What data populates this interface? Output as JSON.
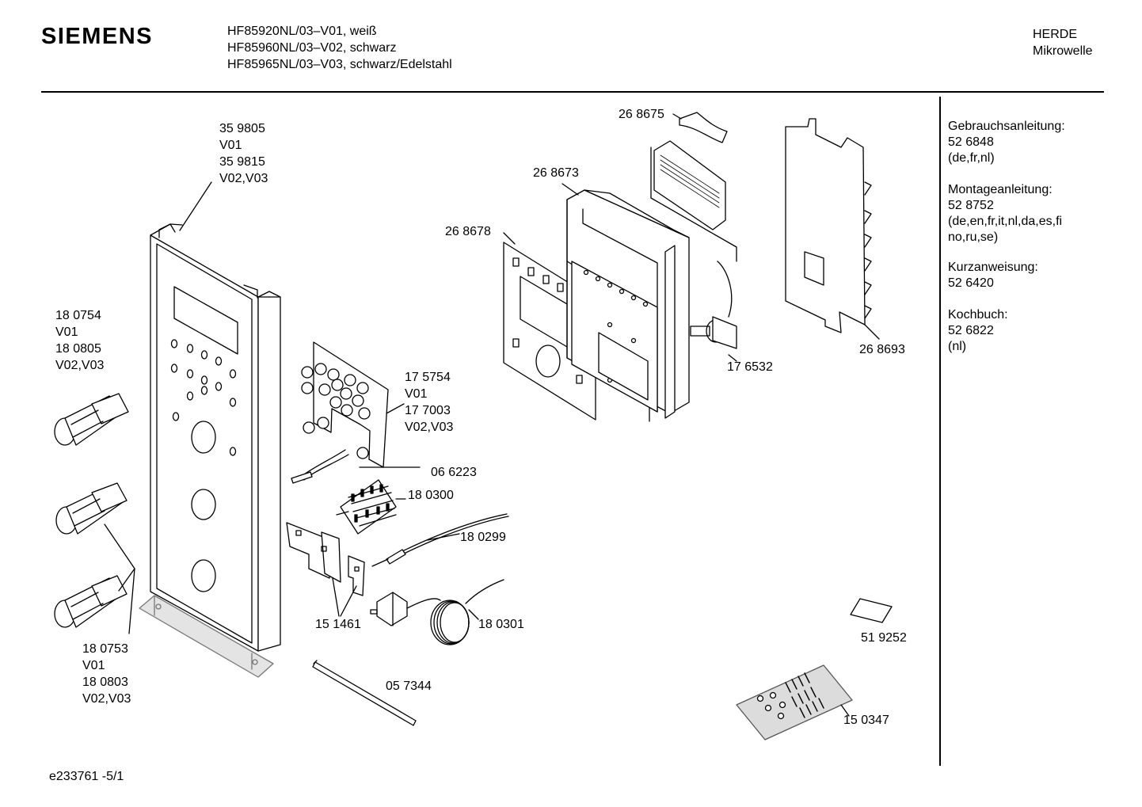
{
  "header": {
    "brand": "SIEMENS",
    "models": [
      "HF85920NL/03–V01, weiß",
      "HF85960NL/03–V02, schwarz",
      "HF85965NL/03–V03, schwarz/Edelstahl"
    ],
    "category": "HERDE",
    "product": "Mikrowelle"
  },
  "sidebar": [
    {
      "title": "Gebrauchsanleitung:",
      "number": "52 6848",
      "langs": [
        "(de,fr,nl)"
      ]
    },
    {
      "title": "Montageanleitung:",
      "number": "52 8752",
      "langs": [
        "(de,en,fr,it,nl,da,es,fi",
        "no,ru,se)"
      ]
    },
    {
      "title": "Kurzanweisung:",
      "number": "52 6420",
      "langs": []
    },
    {
      "title": "Kochbuch:",
      "number": "52 6822",
      "langs": [
        "(nl)"
      ]
    }
  ],
  "parts": {
    "p359805": [
      "35 9805",
      "V01",
      "35 9815",
      "V02,V03"
    ],
    "p180754": [
      "18 0754",
      "V01",
      "18 0805",
      "V02,V03"
    ],
    "p180753": [
      "18 0753",
      "V01",
      "18 0803",
      "V02,V03"
    ],
    "p175754": [
      "17 5754",
      "V01",
      "17 7003",
      "V02,V03"
    ],
    "p066223": "06 6223",
    "p180300": "18 0300",
    "p180299": "18 0299",
    "p151461": "15 1461",
    "p180301": "18 0301",
    "p057344": "05 7344",
    "p268675": "26 8675",
    "p268673": "26 8673",
    "p268678": "26 8678",
    "p176532": "17 6532",
    "p268693": "26 8693",
    "p519252": "51 9252",
    "p150347": "15 0347"
  },
  "footer": {
    "drawing_id": "e233761 -5/1"
  },
  "colors": {
    "ink": "#000000",
    "paper": "#ffffff",
    "shade": "#cfcfcf"
  }
}
